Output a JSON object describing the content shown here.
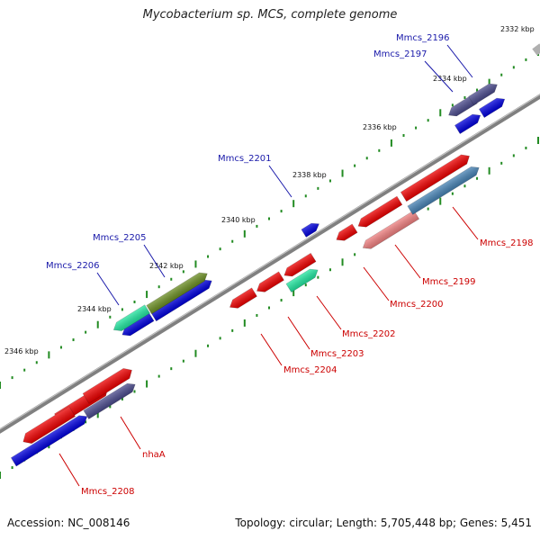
{
  "title": "Mycobacterium sp. MCS, complete genome",
  "footer": {
    "accession": "Accession: NC_008146",
    "summary": "Topology: circular; Length: 5,705,448 bp; Genes: 5,451"
  },
  "colors": {
    "backbone": "#808080",
    "cds_red": "#ee0000",
    "cds_blue": "#0000dd",
    "cds_navy": "#4a4a8c",
    "cds_olive": "#6b8e23",
    "cds_teal": "#22e6a0",
    "cds_steel": "#4682b4",
    "cds_pink": "#f08080",
    "tick_dots": "#228b22",
    "label_top": "#1a1aaa",
    "label_bottom": "#cc0000"
  },
  "scale_ticks": [
    "2332 kbp",
    "2334 kbp",
    "2336 kbp",
    "2338 kbp",
    "2340 kbp",
    "2342 kbp",
    "2344 kbp",
    "2346 kbp"
  ],
  "gene_labels_top": [
    "Mmcs_2196",
    "Mmcs_2197",
    "Mmcs_2201",
    "Mmcs_2205",
    "Mmcs_2206"
  ],
  "gene_labels_bottom": [
    "Mmcs_2198",
    "Mmcs_2199",
    "Mmcs_2200",
    "Mmcs_2202",
    "Mmcs_2203",
    "Mmcs_2204",
    "nhaA",
    "Mmcs_2208"
  ]
}
